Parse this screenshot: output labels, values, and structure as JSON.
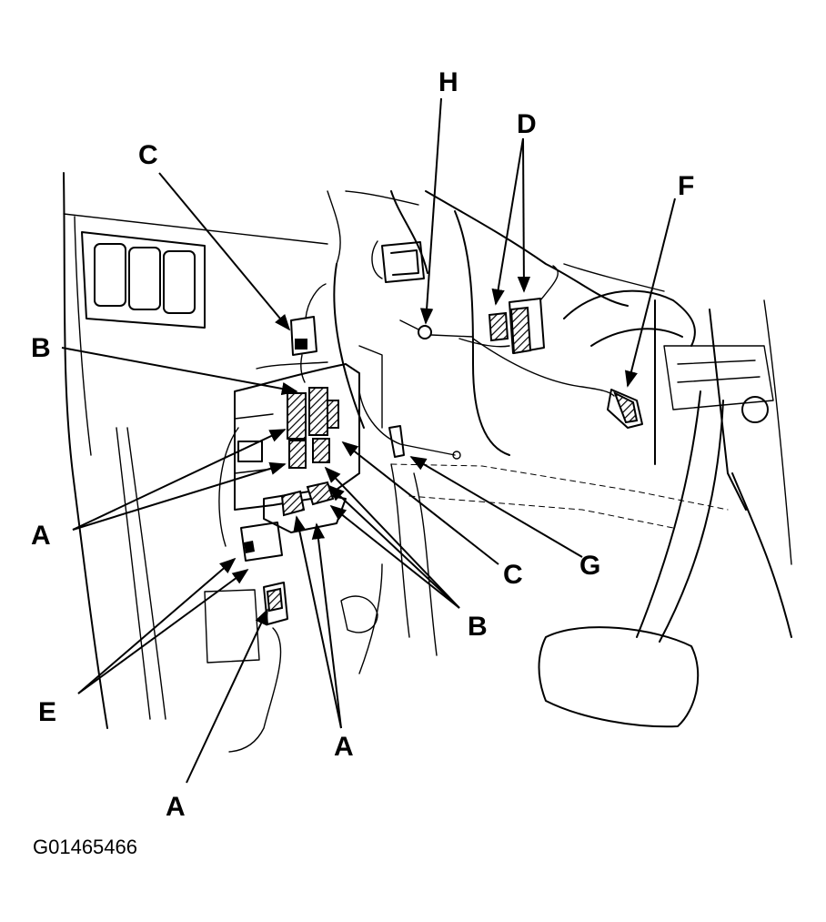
{
  "figure_id": "G01465466",
  "callouts": {
    "H": "H",
    "D": "D",
    "C_top": "C",
    "F": "F",
    "B_left": "B",
    "A_left": "A",
    "C_right": "C",
    "G": "G",
    "B_right": "B",
    "E": "E",
    "A_center": "A",
    "A_bottom": "A"
  }
}
